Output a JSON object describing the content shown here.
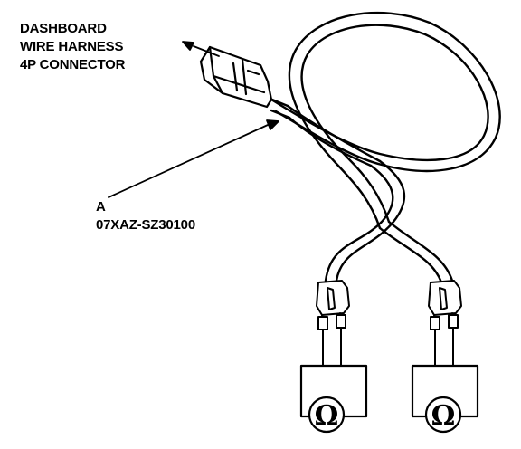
{
  "connector_label": {
    "line1": "DASHBOARD",
    "line2": "WIRE HARNESS",
    "line3": "4P CONNECTOR"
  },
  "tool_label": {
    "letter": "A",
    "part_number": "07XAZ-SZ30100"
  },
  "meters": [
    {
      "symbol": "Ω"
    },
    {
      "symbol": "Ω"
    }
  ],
  "colors": {
    "ink": "#000000",
    "paper": "#ffffff"
  }
}
